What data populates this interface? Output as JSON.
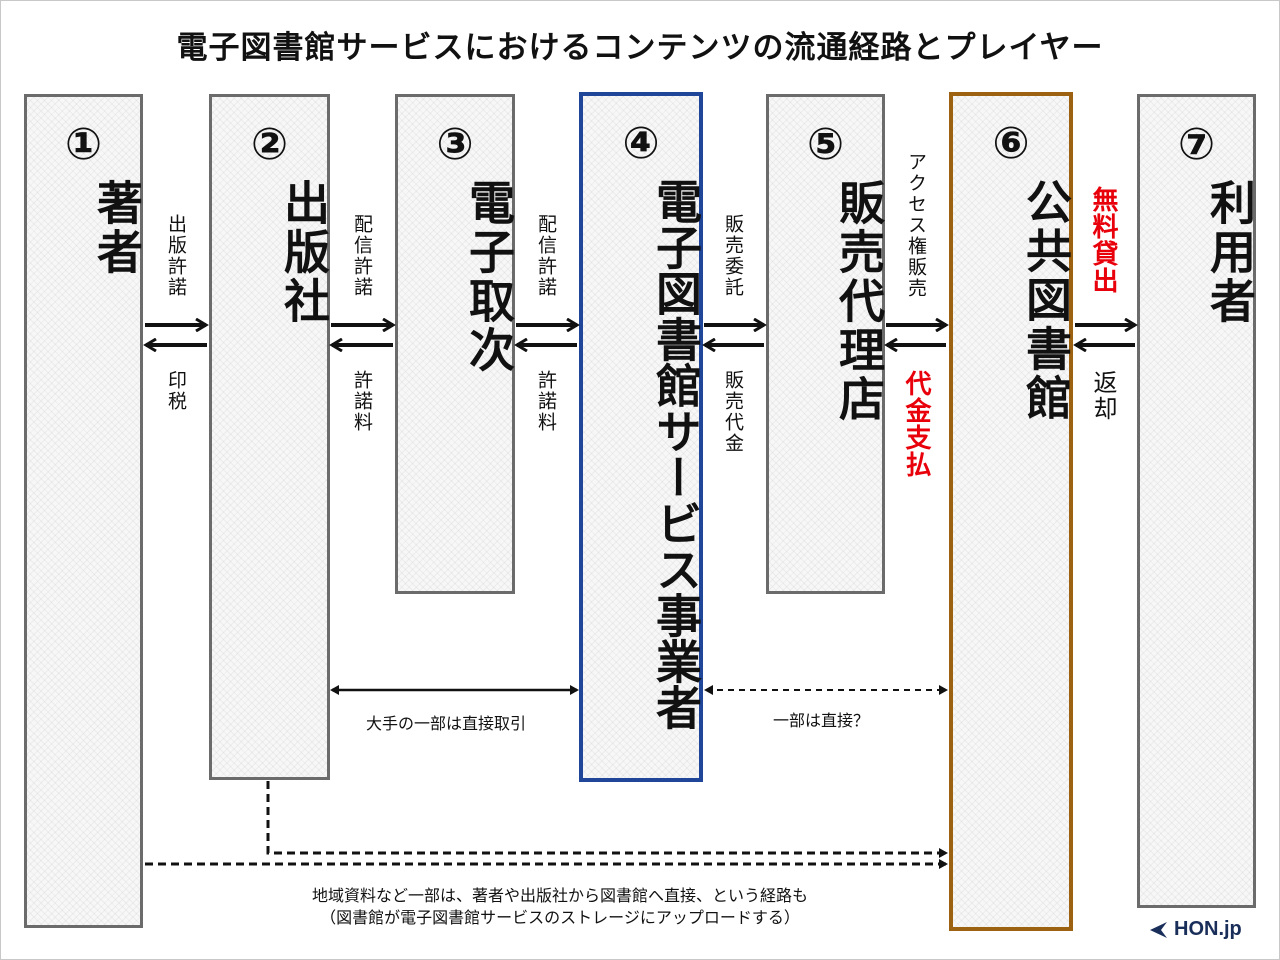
{
  "title": "電子図書館サービスにおけるコンテンツの流通経路とプレイヤー",
  "players": [
    {
      "num": "①",
      "name": "著者"
    },
    {
      "num": "②",
      "name": "出版社"
    },
    {
      "num": "③",
      "name": "電子取次"
    },
    {
      "num": "④",
      "name": "電子図書館サービス事業者"
    },
    {
      "num": "⑤",
      "name": "販売代理店"
    },
    {
      "num": "⑥",
      "name": "公共図書館"
    },
    {
      "num": "⑦",
      "name": "利用者"
    }
  ],
  "flows": {
    "f1_forward": "出版許諾",
    "f1_back": "印税",
    "f2_forward": "配信許諾",
    "f2_back": "許諾料",
    "f3_forward": "配信許諾",
    "f3_back": "許諾料",
    "f4_forward": "販売委託",
    "f4_back": "販売代金",
    "f5_forward": "アクセス権販売",
    "f5_back": "代金支払",
    "f6_forward": "無料貸出",
    "f6_back": "返却"
  },
  "notes": {
    "direct_major": "大手の一部は直接取引",
    "direct_partial": "一部は直接？",
    "bottom_line1": "地域資料など一部は、著者や出版社から図書館へ直接、という経路も",
    "bottom_line2": "（図書館が電子図書館サービスのストレージにアップロードする）"
  },
  "logo": {
    "text": "HON.jp",
    "icon": "triangle-left-icon"
  },
  "colors": {
    "accent_blue": "#1f4698",
    "accent_brown": "#9c6212",
    "highlight_red": "#e8000b"
  }
}
